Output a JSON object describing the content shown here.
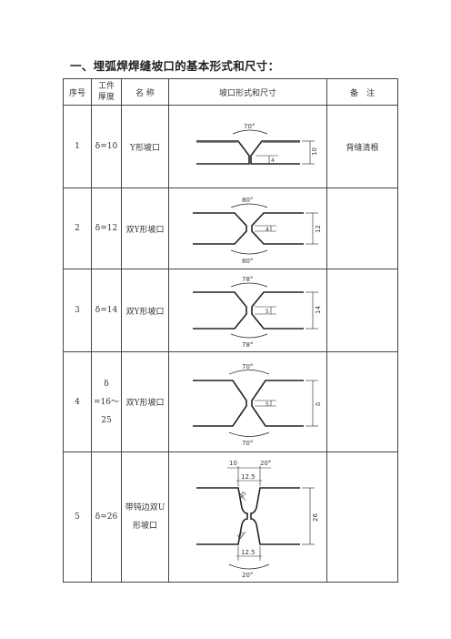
{
  "page": {
    "title": "一、埋弧焊焊缝坡口的基本形式和尺寸："
  },
  "table": {
    "headers": {
      "index": "序号",
      "thickness_line1": "工件",
      "thickness_line2": "厚度",
      "name": "名 称",
      "diagram": "坡口形式和尺寸",
      "remark": "备　注"
    },
    "rows": [
      {
        "index": "1",
        "thickness": "δ=10",
        "name": "Y形坡口",
        "remark": "背缝清根",
        "labels": {
          "top_angle": "70°",
          "root": "4",
          "thick": "10"
        }
      },
      {
        "index": "2",
        "thickness": "δ=12",
        "name": "双Y形坡口",
        "remark": "",
        "labels": {
          "top_angle": "80°",
          "bottom_angle": "80°",
          "root": "4",
          "thick": "12"
        }
      },
      {
        "index": "3",
        "thickness": "δ=14",
        "name": "双Y形坡口",
        "remark": "",
        "labels": {
          "top_angle": "78°",
          "bottom_angle": "78°",
          "root": "5",
          "thick": "14"
        }
      },
      {
        "index": "4",
        "thickness_l1": "δ",
        "thickness_l2": "=16～",
        "thickness_l3": "25",
        "name": "双Y形坡口",
        "remark": "",
        "labels": {
          "top_angle": "70°",
          "bottom_angle": "70°",
          "root": "5",
          "thick": "δ"
        }
      },
      {
        "index": "5",
        "thickness": "δ=26",
        "name_l1": "带钝边双U",
        "name_l2": "形坡口",
        "remark": "",
        "labels": {
          "top_left": "10",
          "top_right": "20°",
          "top_width": "12.5",
          "top_radius": "R5",
          "bottom_radius": "R5",
          "bottom_width": "12.5",
          "bottom_angle": "20°",
          "thick": "26"
        }
      }
    ]
  }
}
